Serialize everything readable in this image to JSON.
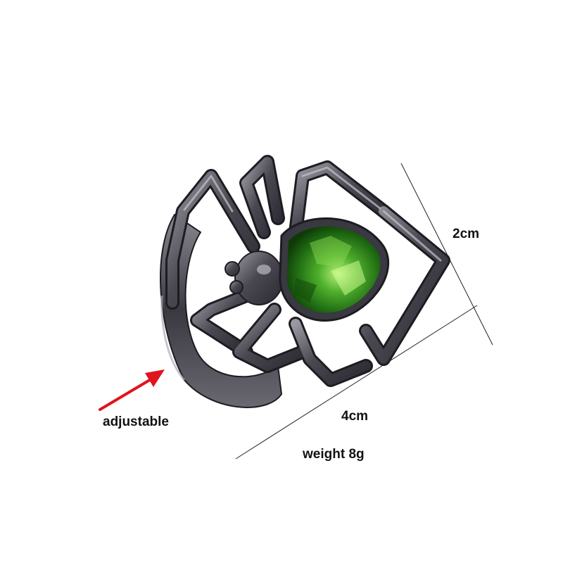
{
  "product": {
    "name": "spider ring",
    "stone_color": "#2e8b1e",
    "metal_color": "#6a6870"
  },
  "dimensions": {
    "height_label": "2cm",
    "width_label": "4cm"
  },
  "callout": {
    "label": "adjustable",
    "arrow_color": "#e0141e"
  },
  "specs": {
    "weight_label": "weight 8g"
  }
}
